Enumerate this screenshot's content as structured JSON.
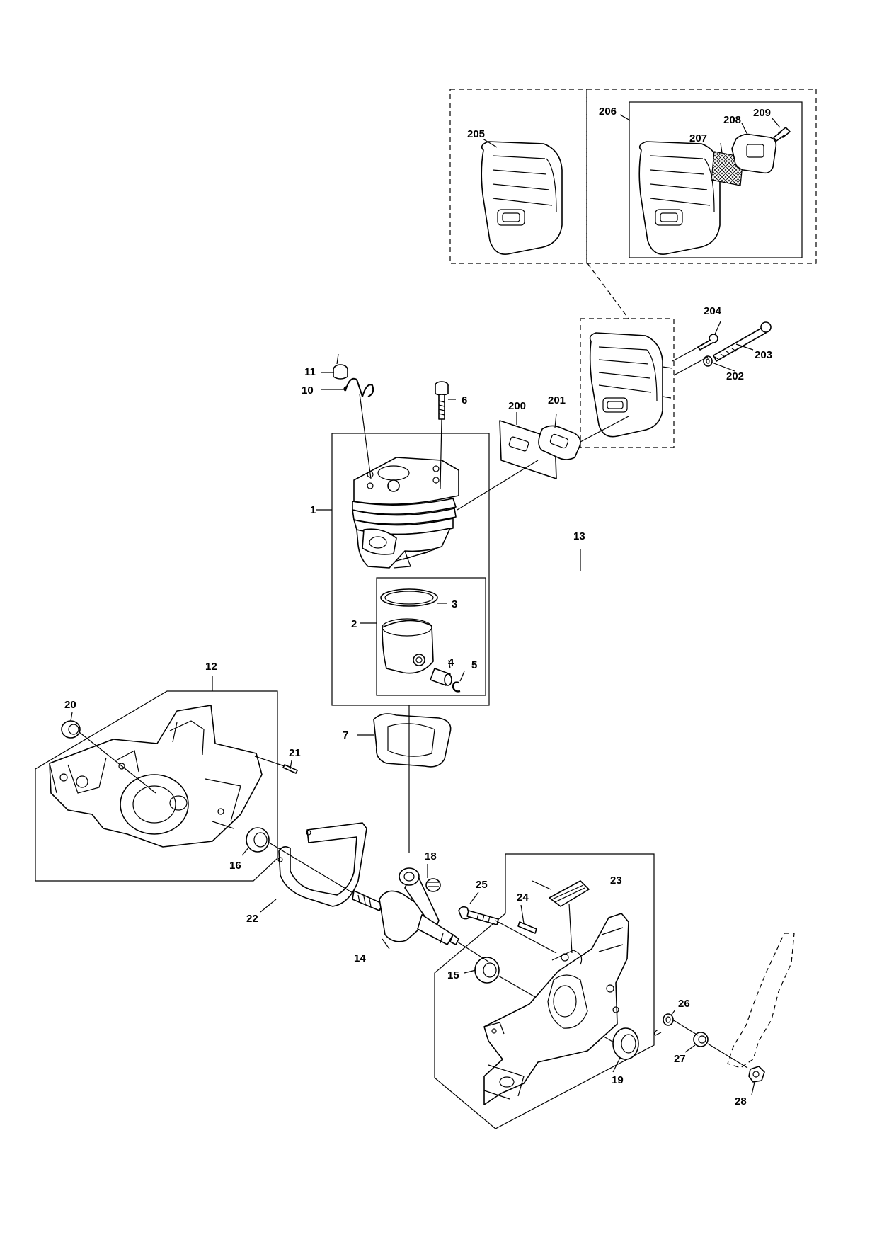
{
  "labels": {
    "p1": "1",
    "p2": "2",
    "p3": "3",
    "p4": "4",
    "p5": "5",
    "p6": "6",
    "p7": "7",
    "p10": "10",
    "p11": "11",
    "p12": "12",
    "p13": "13",
    "p14": "14",
    "p15": "15",
    "p16": "16",
    "p18": "18",
    "p19": "19",
    "p20": "20",
    "p21": "21",
    "p22": "22",
    "p23": "23",
    "p24": "24",
    "p25": "25",
    "p26": "26",
    "p27": "27",
    "p28": "28",
    "p200": "200",
    "p201": "201",
    "p202": "202",
    "p203": "203",
    "p204": "204",
    "p205": "205",
    "p206": "206",
    "p207": "207",
    "p208": "208",
    "p209": "209"
  }
}
